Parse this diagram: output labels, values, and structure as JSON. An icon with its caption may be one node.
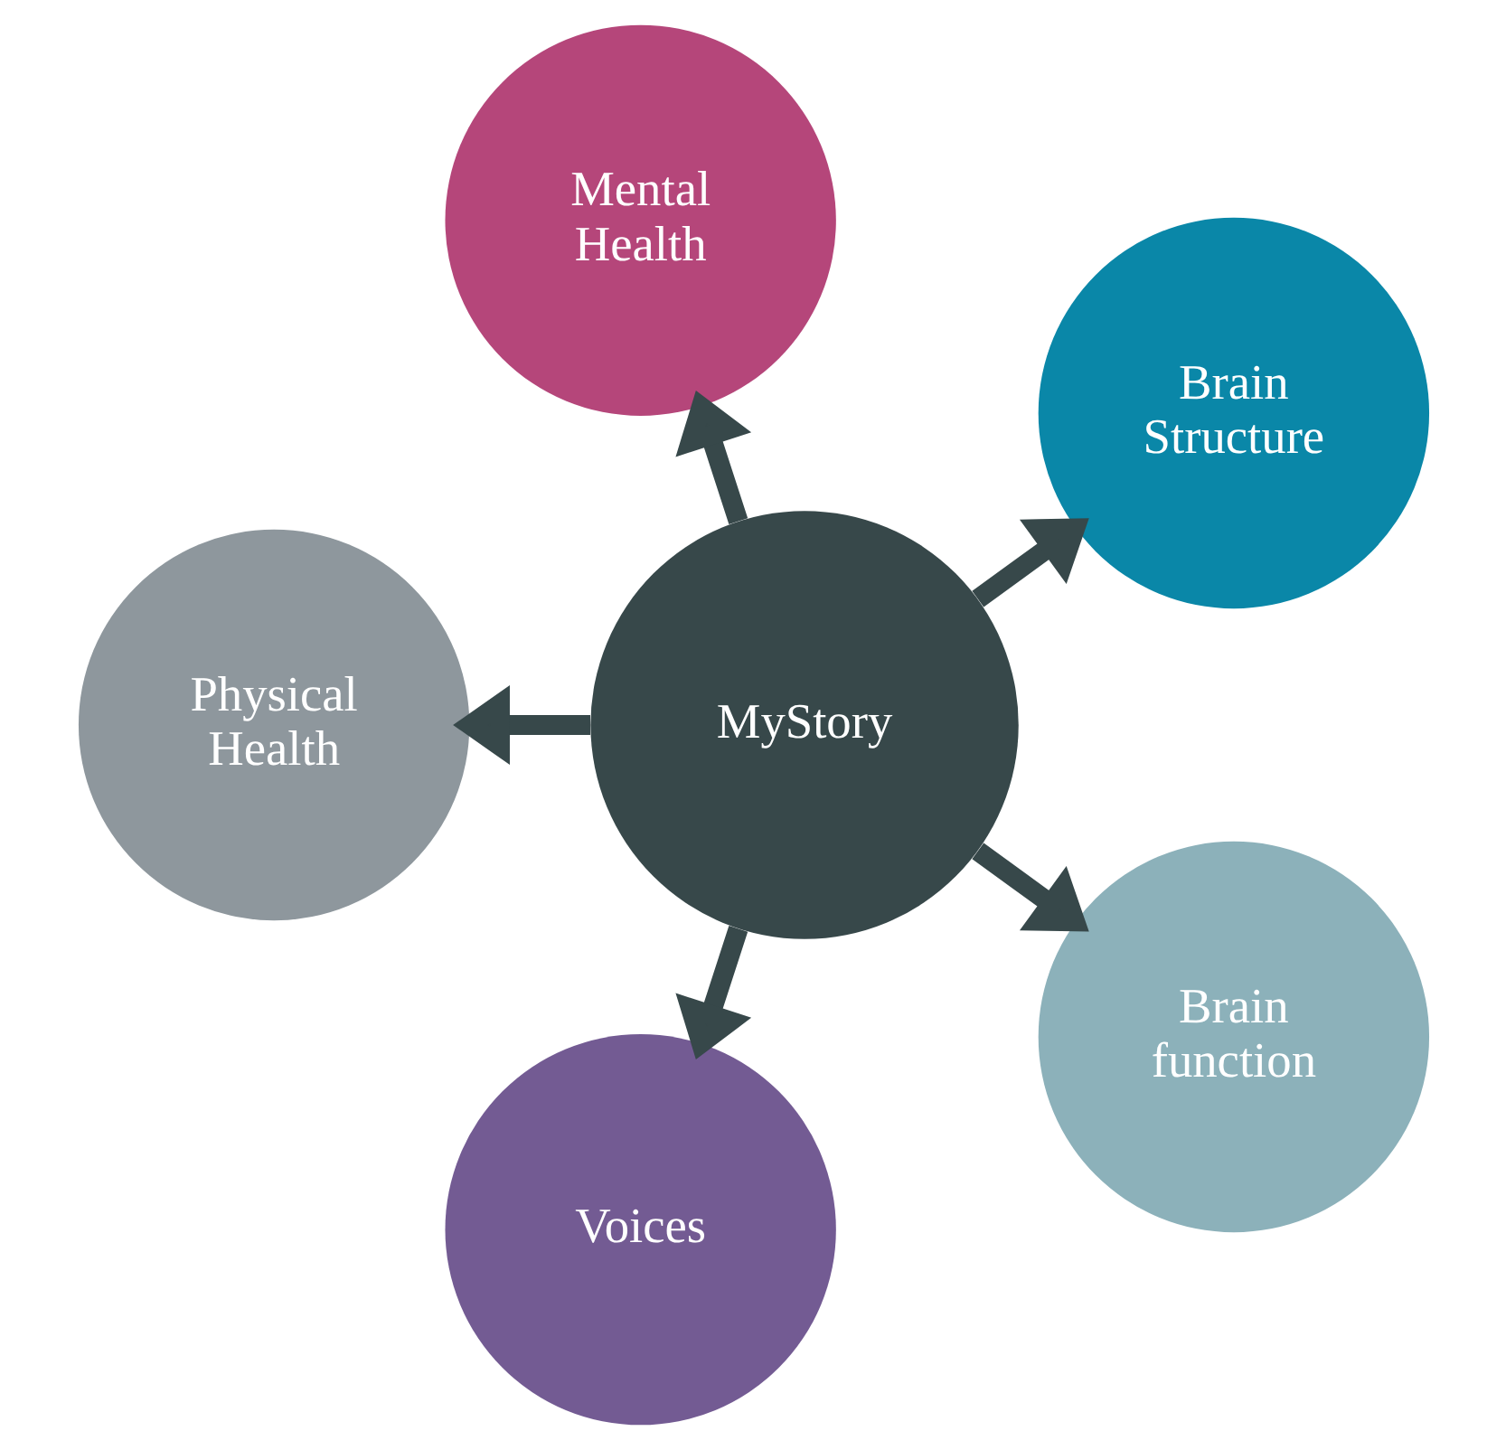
{
  "diagram": {
    "nodes": [
      {
        "text": [
          "MyStory"
        ]
      },
      {
        "text": [
          "Brain Structure"
        ]
      },
      {
        "text": [
          "Mental Health"
        ]
      },
      {
        "text": [
          "Physical Health"
        ]
      },
      {
        "text": [
          "Voices"
        ]
      },
      {
        "text": [
          "Brain function"
        ]
      }
    ],
    "edges": [
      {
        "from": 0,
        "to": 1,
        "arrow": "to"
      },
      {
        "from": 0,
        "to": 2,
        "arrow": "to"
      },
      {
        "from": 0,
        "to": 3,
        "arrow": "to"
      },
      {
        "from": 0,
        "to": 4,
        "arrow": "to"
      },
      {
        "from": 0,
        "to": 5,
        "arrow": "to"
      }
    ]
  }
}
